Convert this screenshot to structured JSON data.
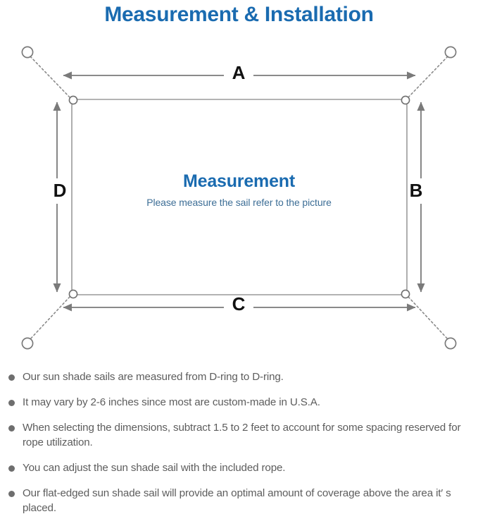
{
  "page": {
    "title": "Measurement & Installation",
    "title_color": "#1a6bb0",
    "background": "#ffffff"
  },
  "diagram": {
    "center_title": "Measurement",
    "center_subtitle": "Please measure the sail refer to the picture",
    "center_title_color": "#1a6bb0",
    "center_subtitle_color": "#3d6e96",
    "line_color": "#7a7a7a",
    "sail_border_color": "#9a9a9a",
    "dimension_labels": {
      "top": "A",
      "right": "B",
      "bottom": "C",
      "left": "D"
    },
    "label_color": "#111111",
    "corner_hardware": "d-ring",
    "anchor_hardware": "anchor-ring",
    "rope_style": "dotted"
  },
  "notes": {
    "bullet_color": "#6e6e6e",
    "text_color": "#5d5d5d",
    "items": [
      "Our sun shade sails are measured from D-ring to D-ring.",
      "It may vary by 2-6 inches since most are custom-made in U.S.A.",
      "When selecting the dimensions, subtract 1.5 to 2 feet to account for some spacing reserved for rope utilization.",
      "You can adjust the sun shade sail with the included rope.",
      "Our flat-edged sun shade sail will provide an optimal amount of coverage above the area it′ s placed."
    ]
  }
}
